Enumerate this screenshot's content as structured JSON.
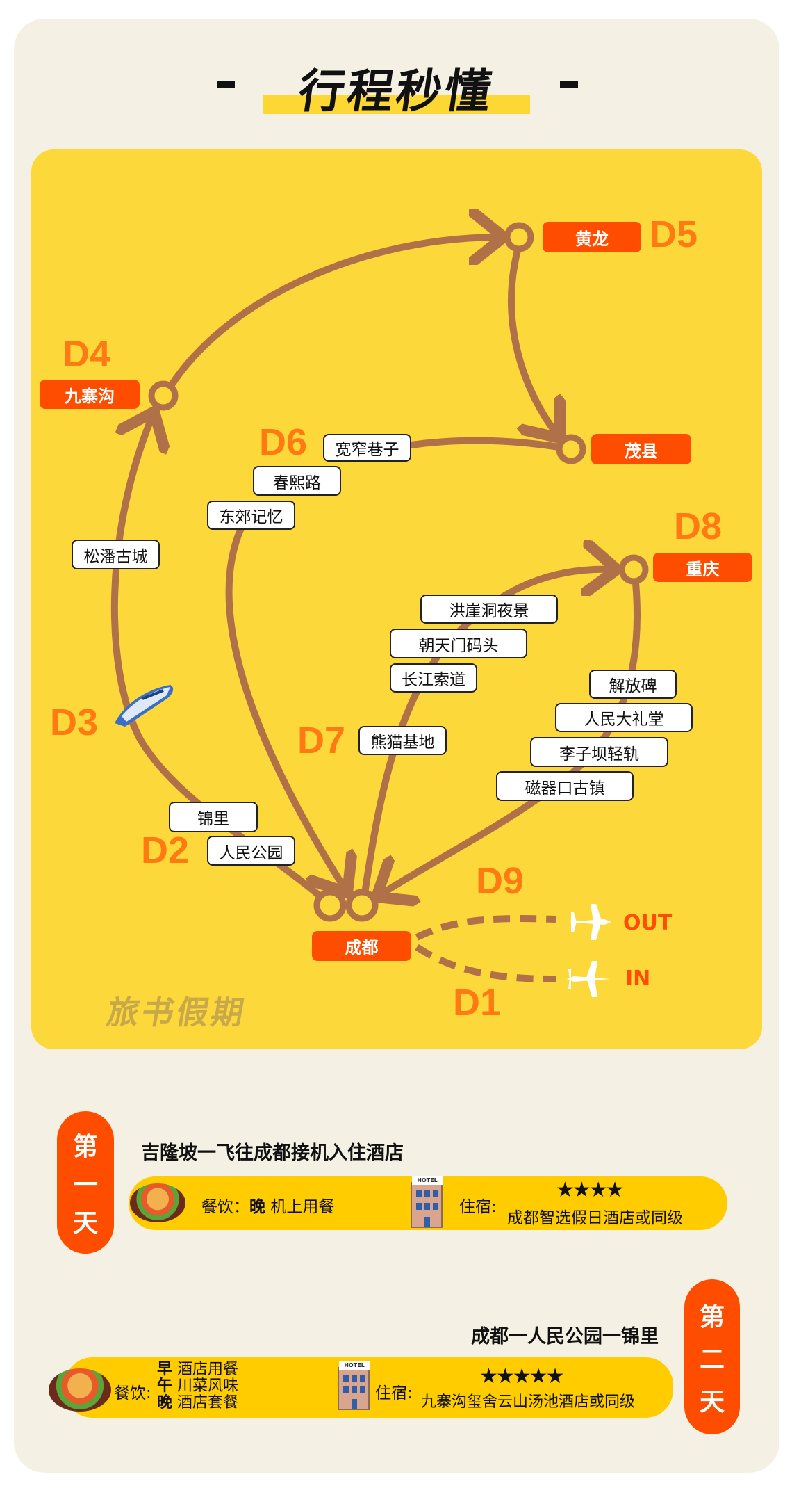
{
  "header": {
    "title": "行程秒懂"
  },
  "map": {
    "colors": {
      "route": "#b07048",
      "city": "#ff4d00",
      "day": "#ff7a12",
      "map_bg": "#fdd83a"
    },
    "cities": {
      "huanglong": "黄龙",
      "jiuzhaigou": "九寨沟",
      "maoxian": "茂县",
      "chongqing": "重庆",
      "chengdu": "成都"
    },
    "days": {
      "d1": "D1",
      "d2": "D2",
      "d3": "D3",
      "d4": "D4",
      "d5": "D5",
      "d6": "D6",
      "d7": "D7",
      "d8": "D8",
      "d9": "D9"
    },
    "spots": {
      "kuanzhai": "宽窄巷子",
      "chunxi": "春熙路",
      "dongjiao": "东郊记忆",
      "songpan": "松潘古城",
      "hongya": "洪崖洞夜景",
      "chaotianmen": "朝天门码头",
      "changjiang": "长江索道",
      "panda": "熊猫基地",
      "jiefangbei": "解放碑",
      "renmindalitang": "人民大礼堂",
      "liziba": "李子坝轻轨",
      "ciqikou": "磁器口古镇",
      "jinli": "锦里",
      "renmingongyuan": "人民公园"
    },
    "out_label": "OUT",
    "in_label": "IN",
    "watermark": "旅书假期"
  },
  "itinerary": [
    {
      "badge": [
        "第",
        "一",
        "天"
      ],
      "title": "吉隆坡一飞往成都接机入住酒店",
      "meal_label": "餐饮：",
      "meals": [
        {
          "time": "晚",
          "desc": "机上用餐"
        }
      ],
      "stay_label": "住宿:",
      "stars": 4,
      "stars_text": "★★★★",
      "hotel": "成都智选假日酒店或同级"
    },
    {
      "badge": [
        "第",
        "二",
        "天"
      ],
      "title": "成都一人民公园一锦里",
      "meal_label": "餐饮:",
      "meals": [
        {
          "time": "早",
          "desc": "酒店用餐"
        },
        {
          "time": "午",
          "desc": "川菜风味"
        },
        {
          "time": "晚",
          "desc": "酒店套餐"
        }
      ],
      "stay_label": "住宿:",
      "stars": 5,
      "stars_text": "★★★★★",
      "hotel": "九寨沟玺舍云山汤池酒店或同级"
    }
  ]
}
